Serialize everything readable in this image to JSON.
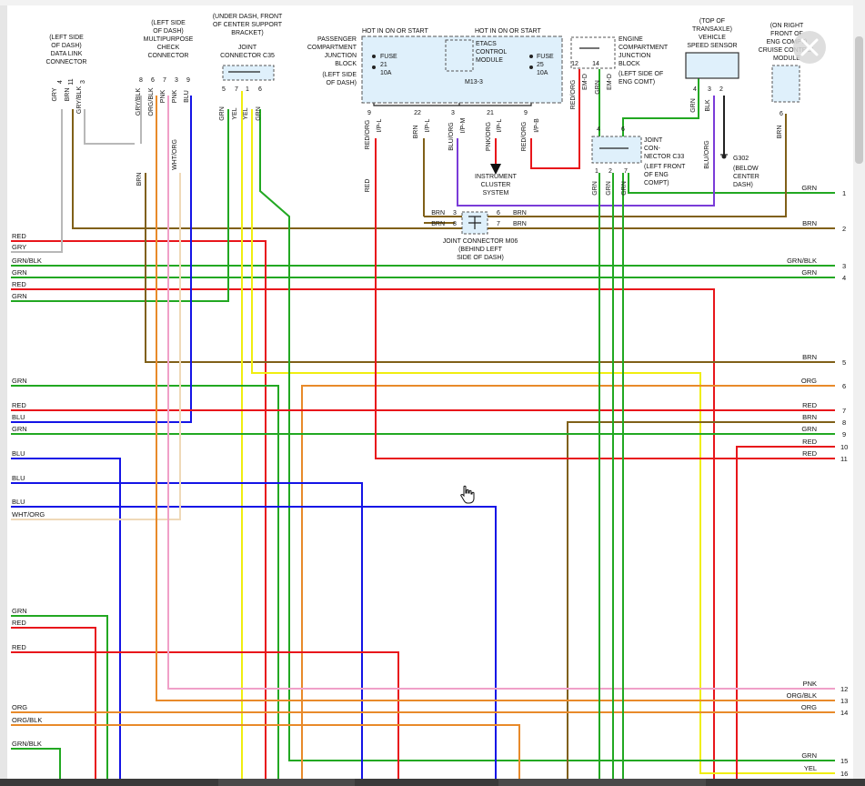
{
  "components": {
    "dlc": [
      "(LEFT SIDE",
      "OF DASH)",
      "DATA LINK",
      "CONNECTOR"
    ],
    "mpc": [
      "(LEFT SIDE",
      "OF DASH)",
      "MULTIPURPOSE",
      "CHECK",
      "CONNECTOR"
    ],
    "jc35": [
      "(UNDER DASH, FRONT",
      "OF CENTER SUPPORT",
      "BRACKET)",
      "JOINT",
      "CONNECTOR C35"
    ],
    "pcjb": [
      "PASSENGER",
      "COMPARTMENT",
      "JUNCTION",
      "BLOCK",
      "(LEFT SIDE",
      "OF DASH)"
    ],
    "hot1": "HOT IN ON OR START",
    "hot2": "HOT IN ON OR START",
    "fuse21": [
      "FUSE",
      "21",
      "10A"
    ],
    "fuse25": [
      "FUSE",
      "25",
      "10A"
    ],
    "etacs": [
      "ETACS",
      "CONTROL",
      "MODULE"
    ],
    "m13": "M13-3",
    "ecjb": [
      "ENGINE",
      "COMPARTMENT",
      "JUNCTION",
      "BLOCK",
      "(LEFT SIDE OF",
      "ENG COMT)"
    ],
    "vss": [
      "(TOP OF",
      "TRANSAXLE)",
      "VEHICLE",
      "SPEED SENSOR"
    ],
    "ccm": [
      "(ON RIGHT",
      "FRONT OF",
      "ENG COMPT)",
      "CRUISE CONTROL",
      "MODULE"
    ],
    "jc33": [
      "JOINT",
      "CON-",
      "NECTOR C33",
      "(LEFT FRONT",
      "OF ENG",
      "COMPT)"
    ],
    "g302": [
      "G302",
      "(BELOW",
      "CENTER",
      "DASH)"
    ],
    "ic": [
      "INSTRUMENT",
      "CLUSTER",
      "SYSTEM"
    ],
    "jm06": [
      "JOINT CONNECTOR M06",
      "(BEHIND LEFT",
      "SIDE OF DASH)"
    ]
  },
  "pins": {
    "dlc": [
      "4",
      "11",
      "3"
    ],
    "mpc": [
      "8",
      "6",
      "7",
      "3",
      "9"
    ],
    "jc35": [
      "5",
      "7",
      "1",
      "6"
    ],
    "pcjb": [
      "9",
      "22",
      "3",
      "21",
      "9"
    ],
    "ecjb": [
      "12",
      "14"
    ],
    "vss": [
      "4",
      "3",
      "2"
    ],
    "ccm": [
      "6"
    ],
    "jc33_top": [
      "4",
      "6"
    ],
    "jc33_bot": [
      "1",
      "2",
      "7"
    ],
    "jm06_left": [
      "3",
      "8"
    ],
    "jm06_right": [
      "6",
      "7"
    ]
  },
  "vertical_colors": {
    "dlc": [
      "GRY",
      "BRN",
      "GRY/BLK"
    ],
    "mpc": [
      "GRY/BLK",
      "ORG/BLK",
      "PNK",
      "PNK",
      "BLU"
    ],
    "mpc_lower": [
      "BRN",
      "WHT/ORG"
    ],
    "jc35": [
      "GRN",
      "YEL",
      "YEL",
      "GRN"
    ],
    "pcjb": [
      "RED/ORG",
      "BRN",
      "BLU/ORG",
      "PNK/ORG",
      "RED/ORG"
    ],
    "pcjb_codes": [
      "I/P-L",
      "I/P-L",
      "I/P-M",
      "I/P-L",
      "I/P-B"
    ],
    "pcjb_lower": "RED",
    "ecjb": [
      "RED/ORG",
      "GRN"
    ],
    "ecjb_codes": [
      "EM-D",
      "EM-D"
    ],
    "vss": [
      "GRN",
      "BLK",
      "BLU/ORG"
    ],
    "ccm": "BRN",
    "jc33_bot": [
      "GRN",
      "GRN",
      "GRN"
    ],
    "jm06": [
      "BRN",
      "BRN",
      "BRN",
      "BRN"
    ]
  },
  "right_rows": [
    {
      "num": "1",
      "label": "GRN"
    },
    {
      "num": "2",
      "label": "BRN"
    },
    {
      "num": "3",
      "label": "GRN/BLK"
    },
    {
      "num": "4",
      "label": "GRN"
    },
    {
      "num": "5",
      "label": "BRN"
    },
    {
      "num": "6",
      "label": "ORG"
    },
    {
      "num": "7",
      "label": "RED"
    },
    {
      "num": "8",
      "label": "BRN"
    },
    {
      "num": "9",
      "label": "GRN"
    },
    {
      "num": "10",
      "label": "RED"
    },
    {
      "num": "11",
      "label": "RED"
    },
    {
      "num": "12",
      "label": "PNK"
    },
    {
      "num": "13",
      "label": "ORG/BLK"
    },
    {
      "num": "14",
      "label": "ORG"
    },
    {
      "num": "15",
      "label": "GRN"
    },
    {
      "num": "16",
      "label": "YEL"
    }
  ],
  "left_rows": [
    "RED",
    "GRY",
    "GRN/BLK",
    "GRN",
    "RED",
    "GRN",
    "GRN",
    "RED",
    "BLU",
    "GRN",
    "BLU",
    "BLU",
    "BLU",
    "WHT/ORG",
    "GRN",
    "RED",
    "RED",
    "ORG",
    "ORG/BLK",
    "GRN/BLK"
  ],
  "wire_colors": {
    "RED": "#e8161b",
    "GRY": "#b8b8b8",
    "GRN": "#22a822",
    "BRN": "#806018",
    "BLU": "#1414e6",
    "YEL": "#f0ee10",
    "ORG": "#e88a2a",
    "PNK": "#f0a0c8",
    "PURPLE": "#7a3cd8",
    "WHT_ORG": "#efd9b8",
    "BOX_FILL": "#dff0fb"
  }
}
